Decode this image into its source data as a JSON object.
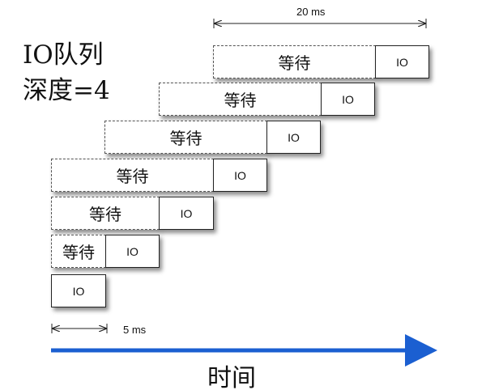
{
  "title_line1": "IO队列",
  "title_line2": "深度=4",
  "wait_label": "等待",
  "io_label": "IO",
  "dim_top": "20 ms",
  "dim_bottom": "5 ms",
  "axis_label": "时间",
  "colors": {
    "arrow": "#1b5fd1"
  }
}
